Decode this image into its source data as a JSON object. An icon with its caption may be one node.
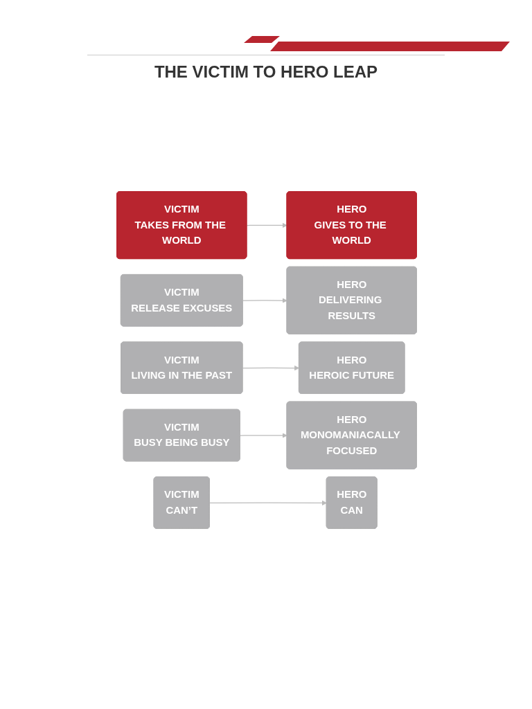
{
  "diagram": {
    "title": "THE VICTIM TO HERO LEAP",
    "nodes": [
      {
        "text": [
          "VICTIM",
          "TAKES FROM THE WORLD"
        ]
      },
      {
        "text": [
          "HERO",
          "GIVES TO THE WORLD"
        ]
      },
      {
        "text": [
          "VICTIM",
          "RELEASE EXCUSES"
        ]
      },
      {
        "text": [
          "HERO",
          "DELIVERING RESULTS"
        ]
      },
      {
        "text": [
          "VICTIM",
          "LIVING IN THE PAST"
        ]
      },
      {
        "text": [
          "HERO",
          "HEROIC FUTURE"
        ]
      },
      {
        "text": [
          "VICTIM",
          "BUSY BEING BUSY"
        ]
      },
      {
        "text": [
          "HERO",
          "MONOMANIACALLY FOCUSED"
        ]
      },
      {
        "text": [
          "VICTIM",
          "CAN’T"
        ]
      },
      {
        "text": [
          "HERO",
          "CAN"
        ]
      }
    ],
    "edges": [
      {
        "from": 0,
        "to": 1,
        "arrow": "to"
      },
      {
        "from": 2,
        "to": 3,
        "arrow": "to"
      },
      {
        "from": 4,
        "to": 5,
        "arrow": "to"
      },
      {
        "from": 6,
        "to": 7,
        "arrow": "to"
      },
      {
        "from": 8,
        "to": 9,
        "arrow": "to"
      }
    ]
  }
}
